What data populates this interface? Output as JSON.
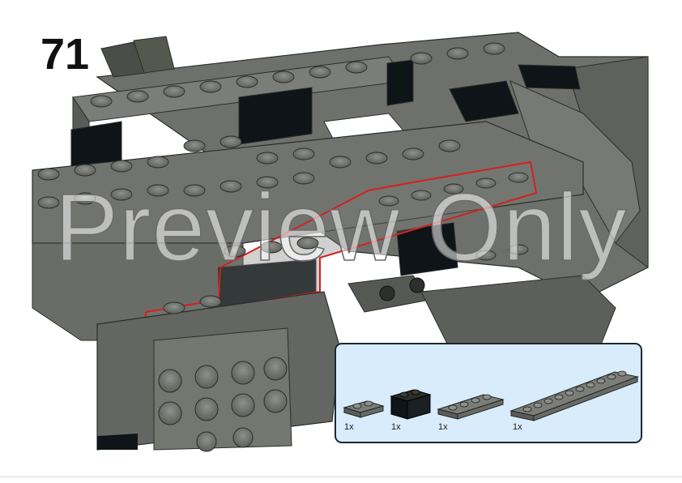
{
  "step": {
    "number": "71"
  },
  "watermark": {
    "text": "Preview Only"
  },
  "parts_panel": {
    "parts": [
      {
        "qty": "1x",
        "name": "plate-1x2-dark-gray-icon",
        "color": "#6b6e68"
      },
      {
        "qty": "1x",
        "name": "brick-1x2-black-icon",
        "color": "#141414"
      },
      {
        "qty": "1x",
        "name": "plate-1x4-dark-gray-icon",
        "color": "#6b6e68"
      },
      {
        "qty": "1x",
        "name": "plate-1x10-dark-gray-icon",
        "color": "#6b6e68"
      }
    ],
    "background": "#d8ecfb",
    "border": "#1d2833"
  },
  "colors": {
    "brick_dark_gray": "#6b6e68",
    "brick_black": "#0e1418",
    "highlight_outline": "#d42020"
  }
}
